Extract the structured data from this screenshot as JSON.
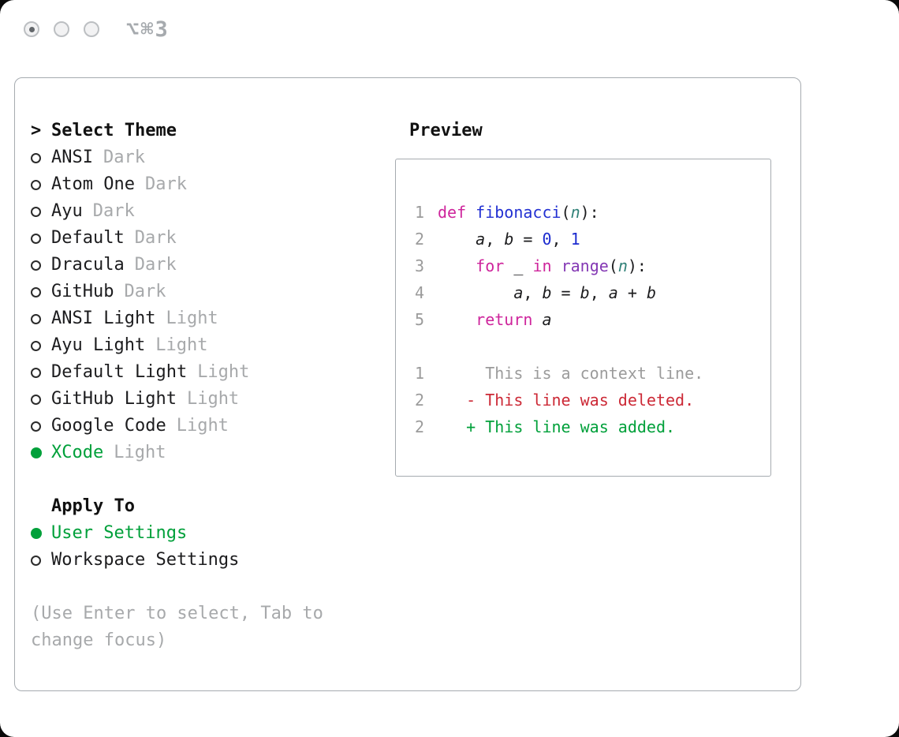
{
  "titlebar": {
    "shortcut": "⌥⌘3"
  },
  "theme_panel": {
    "header": {
      "prefix": ">",
      "label": "Select Theme"
    },
    "themes": [
      {
        "name": "ANSI",
        "variant": "Dark",
        "selected": false
      },
      {
        "name": "Atom One",
        "variant": "Dark",
        "selected": false
      },
      {
        "name": "Ayu",
        "variant": "Dark",
        "selected": false
      },
      {
        "name": "Default",
        "variant": "Dark",
        "selected": false
      },
      {
        "name": "Dracula",
        "variant": "Dark",
        "selected": false
      },
      {
        "name": "GitHub",
        "variant": "Dark",
        "selected": false
      },
      {
        "name": "ANSI Light",
        "variant": "Light",
        "selected": false
      },
      {
        "name": "Ayu Light",
        "variant": "Light",
        "selected": false
      },
      {
        "name": "Default Light",
        "variant": "Light",
        "selected": false
      },
      {
        "name": "GitHub Light",
        "variant": "Light",
        "selected": false
      },
      {
        "name": "Google Code",
        "variant": "Light",
        "selected": false
      },
      {
        "name": "XCode",
        "variant": "Light",
        "selected": true
      }
    ],
    "apply_to": {
      "label": "Apply To",
      "options": [
        {
          "name": "User Settings",
          "selected": true
        },
        {
          "name": "Workspace Settings",
          "selected": false
        }
      ]
    },
    "hint": "(Use Enter to select, Tab to change focus)"
  },
  "preview": {
    "title": "Preview",
    "code": [
      {
        "num": "1",
        "tokens": [
          {
            "t": "def",
            "c": "kw"
          },
          {
            "t": " ",
            "c": "pln"
          },
          {
            "t": "fibonacci",
            "c": "fn"
          },
          {
            "t": "(",
            "c": "pln"
          },
          {
            "t": "n",
            "c": "param"
          },
          {
            "t": "):",
            "c": "pln"
          }
        ]
      },
      {
        "num": "2",
        "tokens": [
          {
            "t": "    ",
            "c": "pln"
          },
          {
            "t": "a",
            "c": "var"
          },
          {
            "t": ", ",
            "c": "pln"
          },
          {
            "t": "b",
            "c": "var"
          },
          {
            "t": " = ",
            "c": "pln"
          },
          {
            "t": "0",
            "c": "num"
          },
          {
            "t": ", ",
            "c": "pln"
          },
          {
            "t": "1",
            "c": "num"
          }
        ]
      },
      {
        "num": "3",
        "tokens": [
          {
            "t": "    ",
            "c": "pln"
          },
          {
            "t": "for",
            "c": "kw"
          },
          {
            "t": " ",
            "c": "pln"
          },
          {
            "t": "_",
            "c": "var"
          },
          {
            "t": " ",
            "c": "pln"
          },
          {
            "t": "in",
            "c": "kw"
          },
          {
            "t": " ",
            "c": "pln"
          },
          {
            "t": "range",
            "c": "call"
          },
          {
            "t": "(",
            "c": "pln"
          },
          {
            "t": "n",
            "c": "param"
          },
          {
            "t": "):",
            "c": "pln"
          }
        ]
      },
      {
        "num": "4",
        "tokens": [
          {
            "t": "        ",
            "c": "pln"
          },
          {
            "t": "a",
            "c": "var"
          },
          {
            "t": ", ",
            "c": "pln"
          },
          {
            "t": "b",
            "c": "var"
          },
          {
            "t": " = ",
            "c": "pln"
          },
          {
            "t": "b",
            "c": "var"
          },
          {
            "t": ", ",
            "c": "pln"
          },
          {
            "t": "a",
            "c": "var"
          },
          {
            "t": " + ",
            "c": "pln"
          },
          {
            "t": "b",
            "c": "var"
          }
        ]
      },
      {
        "num": "5",
        "tokens": [
          {
            "t": "    ",
            "c": "pln"
          },
          {
            "t": "return",
            "c": "kw"
          },
          {
            "t": " ",
            "c": "pln"
          },
          {
            "t": "a",
            "c": "var"
          }
        ]
      },
      {
        "num": "",
        "tokens": []
      },
      {
        "num": "1",
        "tokens": [
          {
            "t": "     This is a context line.",
            "c": "ctx"
          }
        ]
      },
      {
        "num": "2",
        "tokens": [
          {
            "t": "   - This line was deleted.",
            "c": "del"
          }
        ]
      },
      {
        "num": "2",
        "tokens": [
          {
            "t": "   + This line was added.",
            "c": "add"
          }
        ]
      }
    ]
  },
  "colors": {
    "selected_green": "#00a03a",
    "deleted_red": "#cc2936",
    "keyword_magenta": "#ce259c",
    "function_blue": "#2230d2",
    "call_purple": "#8438b4",
    "muted_gray": "#a7a9ab",
    "border_gray": "#a6abb0"
  }
}
